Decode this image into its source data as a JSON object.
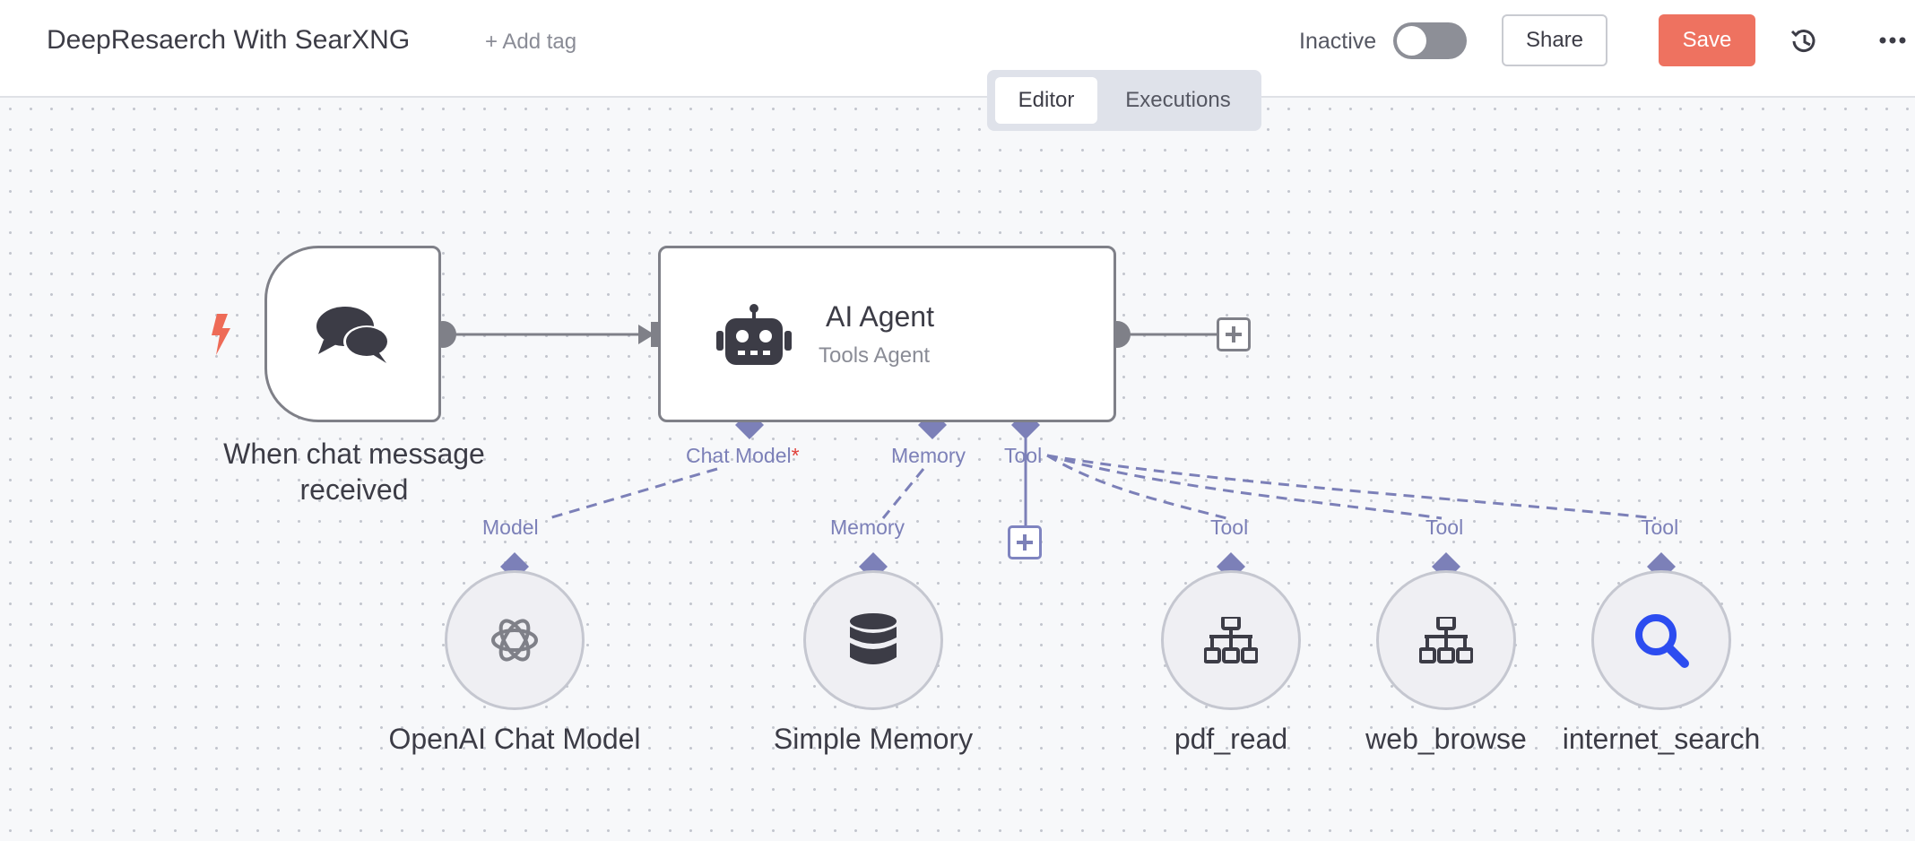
{
  "header": {
    "workflow_title": "DeepResaerch With SearXNG",
    "add_tag": "+ Add tag",
    "status_label": "Inactive",
    "share_label": "Share",
    "save_label": "Save"
  },
  "tabs": [
    {
      "label": "Editor",
      "active": true
    },
    {
      "label": "Executions",
      "active": false
    }
  ],
  "nodes": {
    "trigger": {
      "label": "When chat message received",
      "line1": "When chat message",
      "line2": "received",
      "icon": "chat-bubbles-icon"
    },
    "agent": {
      "title": "AI Agent",
      "subtitle": "Tools Agent",
      "icon": "robot-icon"
    },
    "openai": {
      "label": "OpenAI Chat Model",
      "icon": "openai-icon"
    },
    "memory": {
      "label": "Simple Memory",
      "icon": "database-icon"
    },
    "pdf_read": {
      "label": "pdf_read",
      "icon": "sitemap-icon"
    },
    "web_browse": {
      "label": "web_browse",
      "icon": "sitemap-icon"
    },
    "internet_search": {
      "label": "internet_search",
      "icon": "magnifier-icon"
    }
  },
  "agent_inputs": {
    "chat_model": "Chat Model",
    "required_mark": "*",
    "memory": "Memory",
    "tool": "Tool"
  },
  "sub_outputs": {
    "model": "Model",
    "memory": "Memory",
    "tool": "Tool"
  },
  "colors": {
    "save": "#ee7260",
    "connector": "#7c80b8",
    "trigger_bolt": "#ee6b57",
    "search_icon": "#2c4cf0"
  }
}
